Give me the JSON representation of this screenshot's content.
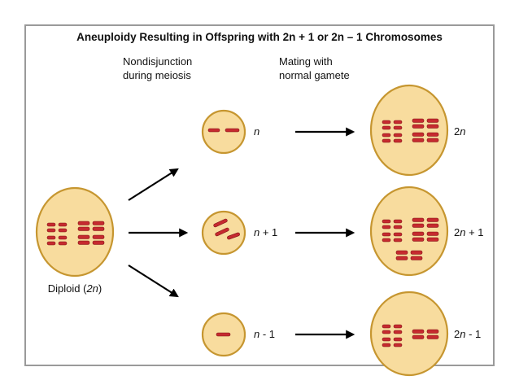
{
  "title": "Aneuploidy Resulting in Offspring with 2n + 1 or 2n – 1 Chromosomes",
  "column_headers": {
    "nondisjunction": [
      "Nondisjunction",
      "during meiosis"
    ],
    "mating": [
      "Mating with",
      "normal gamete"
    ]
  },
  "parent": {
    "label_prefix": "Diploid (",
    "label_italic": "2n",
    "label_suffix": ")"
  },
  "gametes": [
    {
      "italic": "n",
      "suffix": ""
    },
    {
      "italic": "n",
      "suffix": " + 1"
    },
    {
      "italic": "n",
      "suffix": " - 1"
    }
  ],
  "offspring": [
    {
      "prefix": "2",
      "italic": "n",
      "suffix": ""
    },
    {
      "prefix": "2",
      "italic": "n",
      "suffix": " + 1"
    },
    {
      "prefix": "2",
      "italic": "n",
      "suffix": " - 1"
    }
  ],
  "colors": {
    "cell_fill": "#f8dc9e",
    "cell_border": "#c69630",
    "chromosome": "#c62a2f"
  }
}
